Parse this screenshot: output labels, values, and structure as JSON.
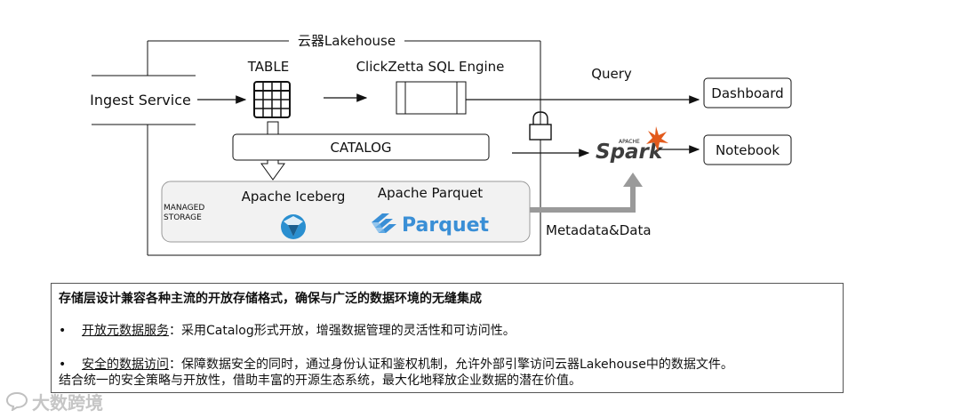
{
  "diagram": {
    "lakehouse_title": "云器Lakehouse",
    "ingest_service": "Ingest Service",
    "table_label": "TABLE",
    "sql_engine_label": "ClickZetta SQL Engine",
    "catalog_label": "CATALOG",
    "managed_storage_line1": "MANAGED",
    "managed_storage_line2": "STORAGE",
    "iceberg_label": "Apache Iceberg",
    "parquet_label": "Apache Parquet",
    "parquet_logo_text": "Parquet",
    "query_label": "Query",
    "dashboard_label": "Dashboard",
    "notebook_label": "Notebook",
    "spark_apache_text": "APACHE",
    "spark_logo_text": "Spark",
    "metadata_data_label": "Metadata&Data",
    "colors": {
      "line": "#111111",
      "storage_fill": "#f2f2f2",
      "iceberg_blue": "#2a8fd0",
      "parquet_blue": "#3a8fd6",
      "spark_orange": "#e25a1c",
      "metadata_arrow": "#9a9a9a"
    }
  },
  "info": {
    "title": "存储层设计兼容各种主流的开放存储格式，确保与广泛的数据环境的无缝集成",
    "bullets": [
      {
        "dot": "•",
        "term": "开放元数据服务",
        "text": "：采用Catalog形式开放，增强数据管理的灵活性和可访问性。"
      },
      {
        "dot": "•",
        "term": "安全的数据访问",
        "text": "：保障数据安全的同时，通过身份认证和鉴权机制，允许外部引擎访问云器Lakehouse中的数据文件。"
      }
    ],
    "closing": "结合统一的安全策略与开放性，借助丰富的开源生态系统，最大化地释放企业数据的潜在价值。"
  },
  "watermark": {
    "text": "大数跨境",
    "icon": "chat-bubble-icon"
  }
}
